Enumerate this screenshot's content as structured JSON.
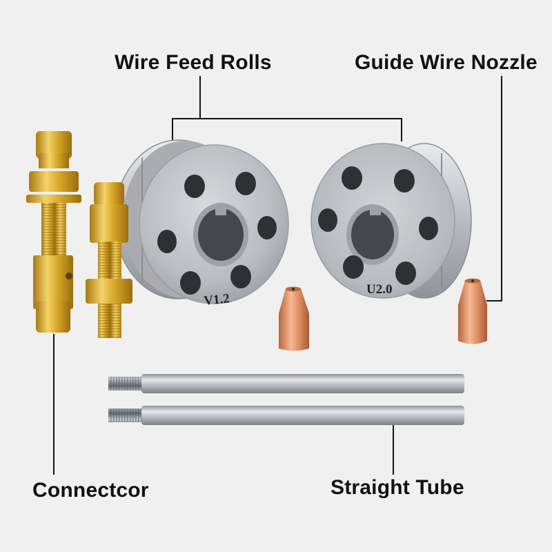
{
  "labels": {
    "wire_feed_rolls": "Wire Feed Rolls",
    "guide_wire_nozzle": "Guide Wire Nozzle",
    "connector": "Connectcor",
    "straight_tube": "Straight Tube"
  },
  "roll_markings": {
    "left": "V1.2",
    "right": "U2.0"
  },
  "colors": {
    "background": "#f0f0f0",
    "steel": "#b9bcc0",
    "brass": "#d9a92a",
    "copper": "#d98a5f",
    "line": "#111111"
  }
}
